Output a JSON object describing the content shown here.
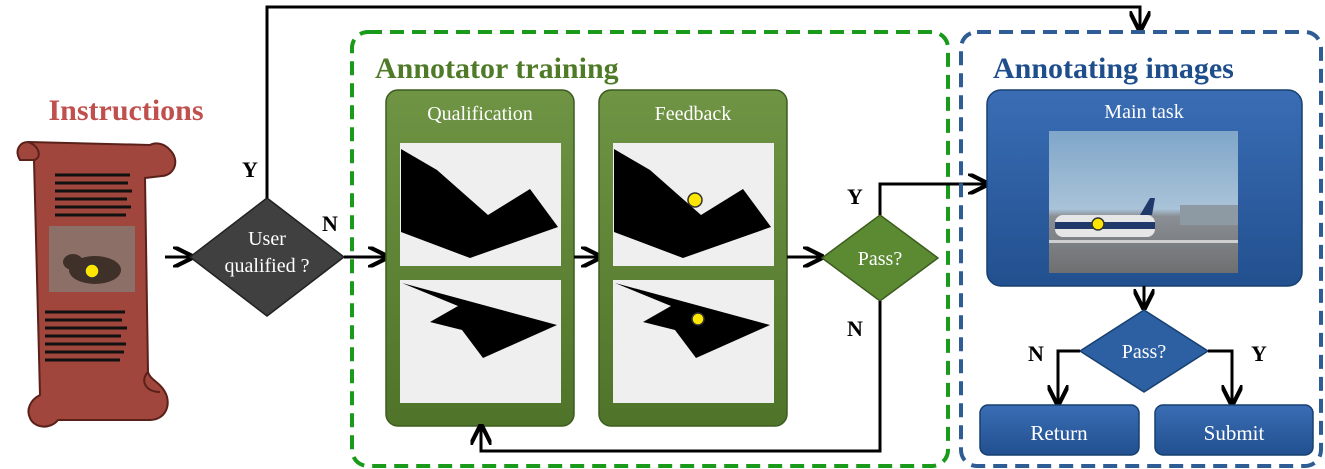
{
  "instructions": {
    "title": "Instructions",
    "scroll_icon": "scroll-icon",
    "scroll_color": "#a0463c",
    "title_color": "#c0504d"
  },
  "user_check": {
    "label_line1": "User",
    "label_line2": "qualified ?",
    "yes_label": "Y",
    "no_label": "N"
  },
  "annotator_training": {
    "title": "Annotator training",
    "title_color": "#4f7a28",
    "border_color": "#1a9a1a",
    "panels": [
      {
        "label": "Qualification"
      },
      {
        "label": "Feedback"
      }
    ],
    "pass_label": "Pass?",
    "yes_label": "Y",
    "no_label": "N"
  },
  "annotating_images": {
    "title": "Annotating images",
    "title_color": "#1f4e8c",
    "border_color": "#2e5d95",
    "main_task_label": "Main task",
    "pass_label": "Pass?",
    "no_label": "N",
    "yes_label": "Y",
    "return_label": "Return",
    "submit_label": "Submit"
  },
  "colors": {
    "green_panel": "#5b7f33",
    "dark_diamond": "#404040",
    "blue_box": "#2d5fa3",
    "marker": "#ffe600"
  }
}
